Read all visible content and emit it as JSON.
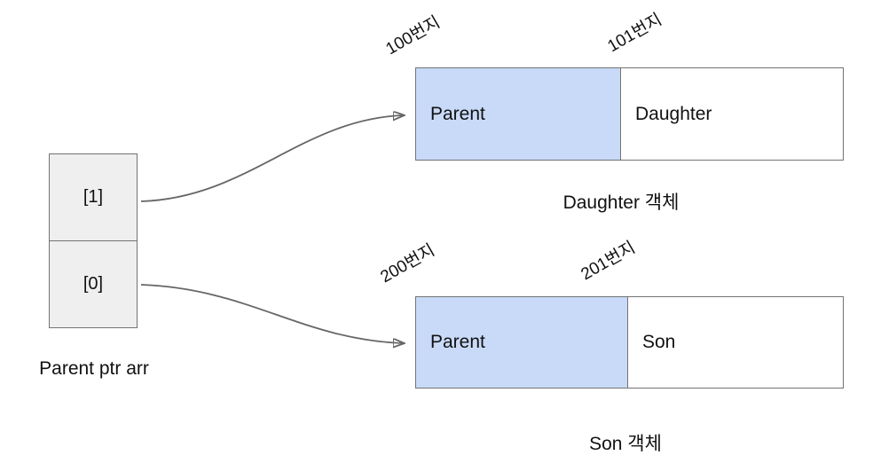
{
  "colors": {
    "highlight_cell": "#c9daf8",
    "array_cell": "#efefef",
    "border": "#737373",
    "arrow": "#666666",
    "text": "#111111"
  },
  "pointer_array": {
    "cells": [
      {
        "label": "[1]"
      },
      {
        "label": "[0]"
      }
    ],
    "caption": "Parent ptr arr"
  },
  "daughter_object": {
    "addresses": [
      "100번지",
      "101번지"
    ],
    "cells": [
      {
        "label": "Parent"
      },
      {
        "label": "Daughter"
      }
    ],
    "caption": "Daughter 객체"
  },
  "son_object": {
    "addresses": [
      "200번지",
      "201번지"
    ],
    "cells": [
      {
        "label": "Parent"
      },
      {
        "label": "Son"
      }
    ],
    "caption": "Son 객체"
  }
}
